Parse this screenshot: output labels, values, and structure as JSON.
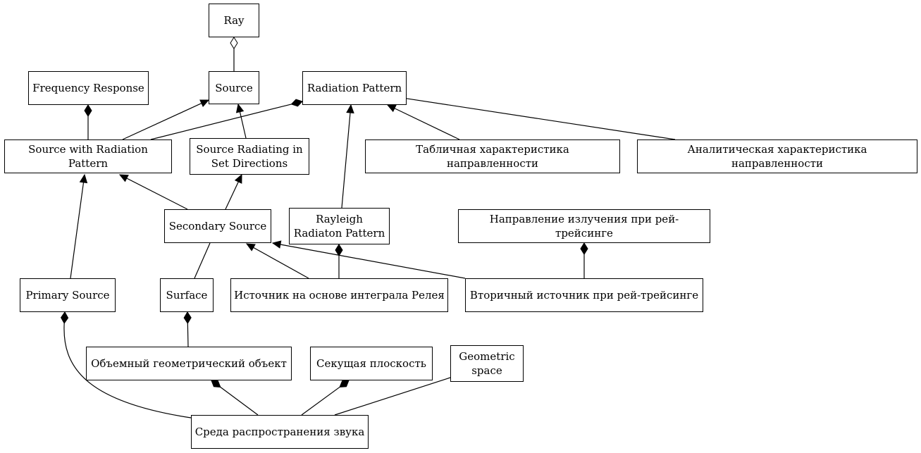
{
  "diagram": {
    "nodes": [
      {
        "id": "ray",
        "label": "Ray"
      },
      {
        "id": "source",
        "label": "Source"
      },
      {
        "id": "freq",
        "label": "Frequency Response"
      },
      {
        "id": "radpat",
        "label": "Radiation Pattern"
      },
      {
        "id": "swrp",
        "label": "Source with Radiation Pattern"
      },
      {
        "id": "srsd",
        "label": "Source Radiating in\nSet Directions"
      },
      {
        "id": "table",
        "label": "Табличная характеристика направленности"
      },
      {
        "id": "analytic",
        "label": "Аналитическая характеристика направленности"
      },
      {
        "id": "secondary",
        "label": "Secondary Source"
      },
      {
        "id": "rayleigh",
        "label": "Rayleigh\nRadiaton Pattern"
      },
      {
        "id": "direction",
        "label": "Направление излучения при рей-трейсинге"
      },
      {
        "id": "primary",
        "label": "Primary Source"
      },
      {
        "id": "surface",
        "label": "Surface"
      },
      {
        "id": "rayleighsrc",
        "label": "Источник на основе интеграла Релея"
      },
      {
        "id": "secray",
        "label": "Вторичный источник при рей-трейсинге"
      },
      {
        "id": "volobj",
        "label": "Объемный геометрический объект"
      },
      {
        "id": "plane",
        "label": "Секущая плоскость"
      },
      {
        "id": "geospace",
        "label": "Geometric\nspace"
      },
      {
        "id": "medium",
        "label": "Среда распространения звука"
      }
    ],
    "edges": [
      {
        "from": "source",
        "to": "ray",
        "type": "aggregation"
      },
      {
        "from": "swrp",
        "to": "source",
        "type": "generalization"
      },
      {
        "from": "srsd",
        "to": "source",
        "type": "generalization"
      },
      {
        "from": "swrp",
        "to": "freq",
        "type": "composition"
      },
      {
        "from": "swrp",
        "to": "radpat",
        "type": "composition"
      },
      {
        "from": "table",
        "to": "radpat",
        "type": "generalization"
      },
      {
        "from": "analytic",
        "to": "radpat",
        "type": "generalization"
      },
      {
        "from": "rayleigh",
        "to": "radpat",
        "type": "generalization"
      },
      {
        "from": "secondary",
        "to": "swrp",
        "type": "generalization"
      },
      {
        "from": "secondary",
        "to": "srsd",
        "type": "generalization"
      },
      {
        "from": "primary",
        "to": "swrp",
        "type": "generalization"
      },
      {
        "from": "surface",
        "to": "secondary",
        "type": "association"
      },
      {
        "from": "rayleighsrc",
        "to": "secondary",
        "type": "generalization"
      },
      {
        "from": "secray",
        "to": "secondary",
        "type": "generalization"
      },
      {
        "from": "rayleighsrc",
        "to": "rayleigh",
        "type": "composition"
      },
      {
        "from": "secray",
        "to": "direction",
        "type": "composition"
      },
      {
        "from": "volobj",
        "to": "surface",
        "type": "composition"
      },
      {
        "from": "medium",
        "to": "primary",
        "type": "composition"
      },
      {
        "from": "medium",
        "to": "volobj",
        "type": "composition"
      },
      {
        "from": "medium",
        "to": "plane",
        "type": "composition"
      },
      {
        "from": "medium",
        "to": "geospace",
        "type": "association"
      }
    ]
  }
}
